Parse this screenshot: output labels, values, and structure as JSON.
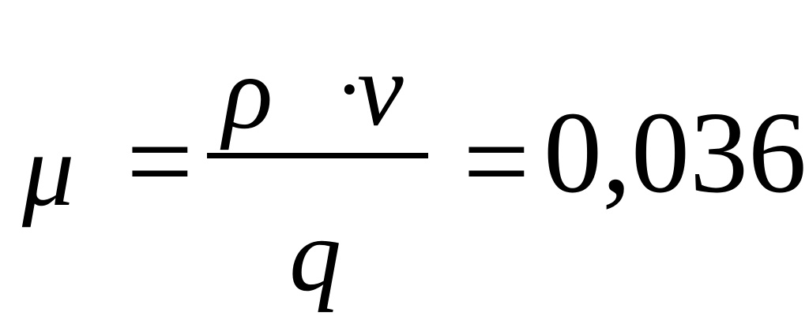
{
  "formula": {
    "lhs": "μ",
    "equals_1": "=",
    "numerator_left": "ρ",
    "operator": "·",
    "numerator_right": "ν",
    "denominator": "q",
    "equals_2": "=",
    "result": "0,036"
  }
}
